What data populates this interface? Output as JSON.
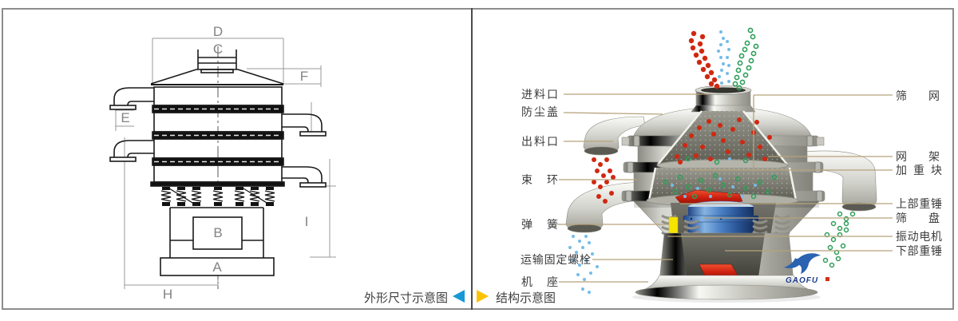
{
  "left_panel": {
    "caption": "外形尺寸示意图",
    "dims": {
      "D": "D",
      "C": "C",
      "F": "F",
      "E": "E",
      "B": "B",
      "A": "A",
      "H": "H",
      "I": "I"
    }
  },
  "right_panel": {
    "caption": "结构示意图",
    "labels_left": [
      "进料口",
      "防尘盖",
      "出料口",
      "束 环",
      "弹 簧",
      "运输固定螺栓",
      "机 座"
    ],
    "labels_right": [
      "筛 网",
      "网 架",
      "加 重 块",
      "上部重锤",
      "筛 盘",
      "振动电机",
      "下部重锤"
    ],
    "logo_text": "GAOFU"
  },
  "colors": {
    "frame_border": "#8c8c8c",
    "panel_divider": "#4b4b4b",
    "leader_line": "#b7a27a",
    "label_text": "#3c3c3c",
    "prev_arrow_blue": "#1899d5",
    "next_arrow_yellow": "#fdc300",
    "drawing_line": "#1a1a1a",
    "dimension_gray": "#838383",
    "particle_red": "#d02810",
    "particle_green": "#2e9e58",
    "particle_blue": "#74bce8",
    "motor_blue": "#4a80c4",
    "weight_red": "#cc2010",
    "transport_bolt_yellow": "#f6e400"
  }
}
